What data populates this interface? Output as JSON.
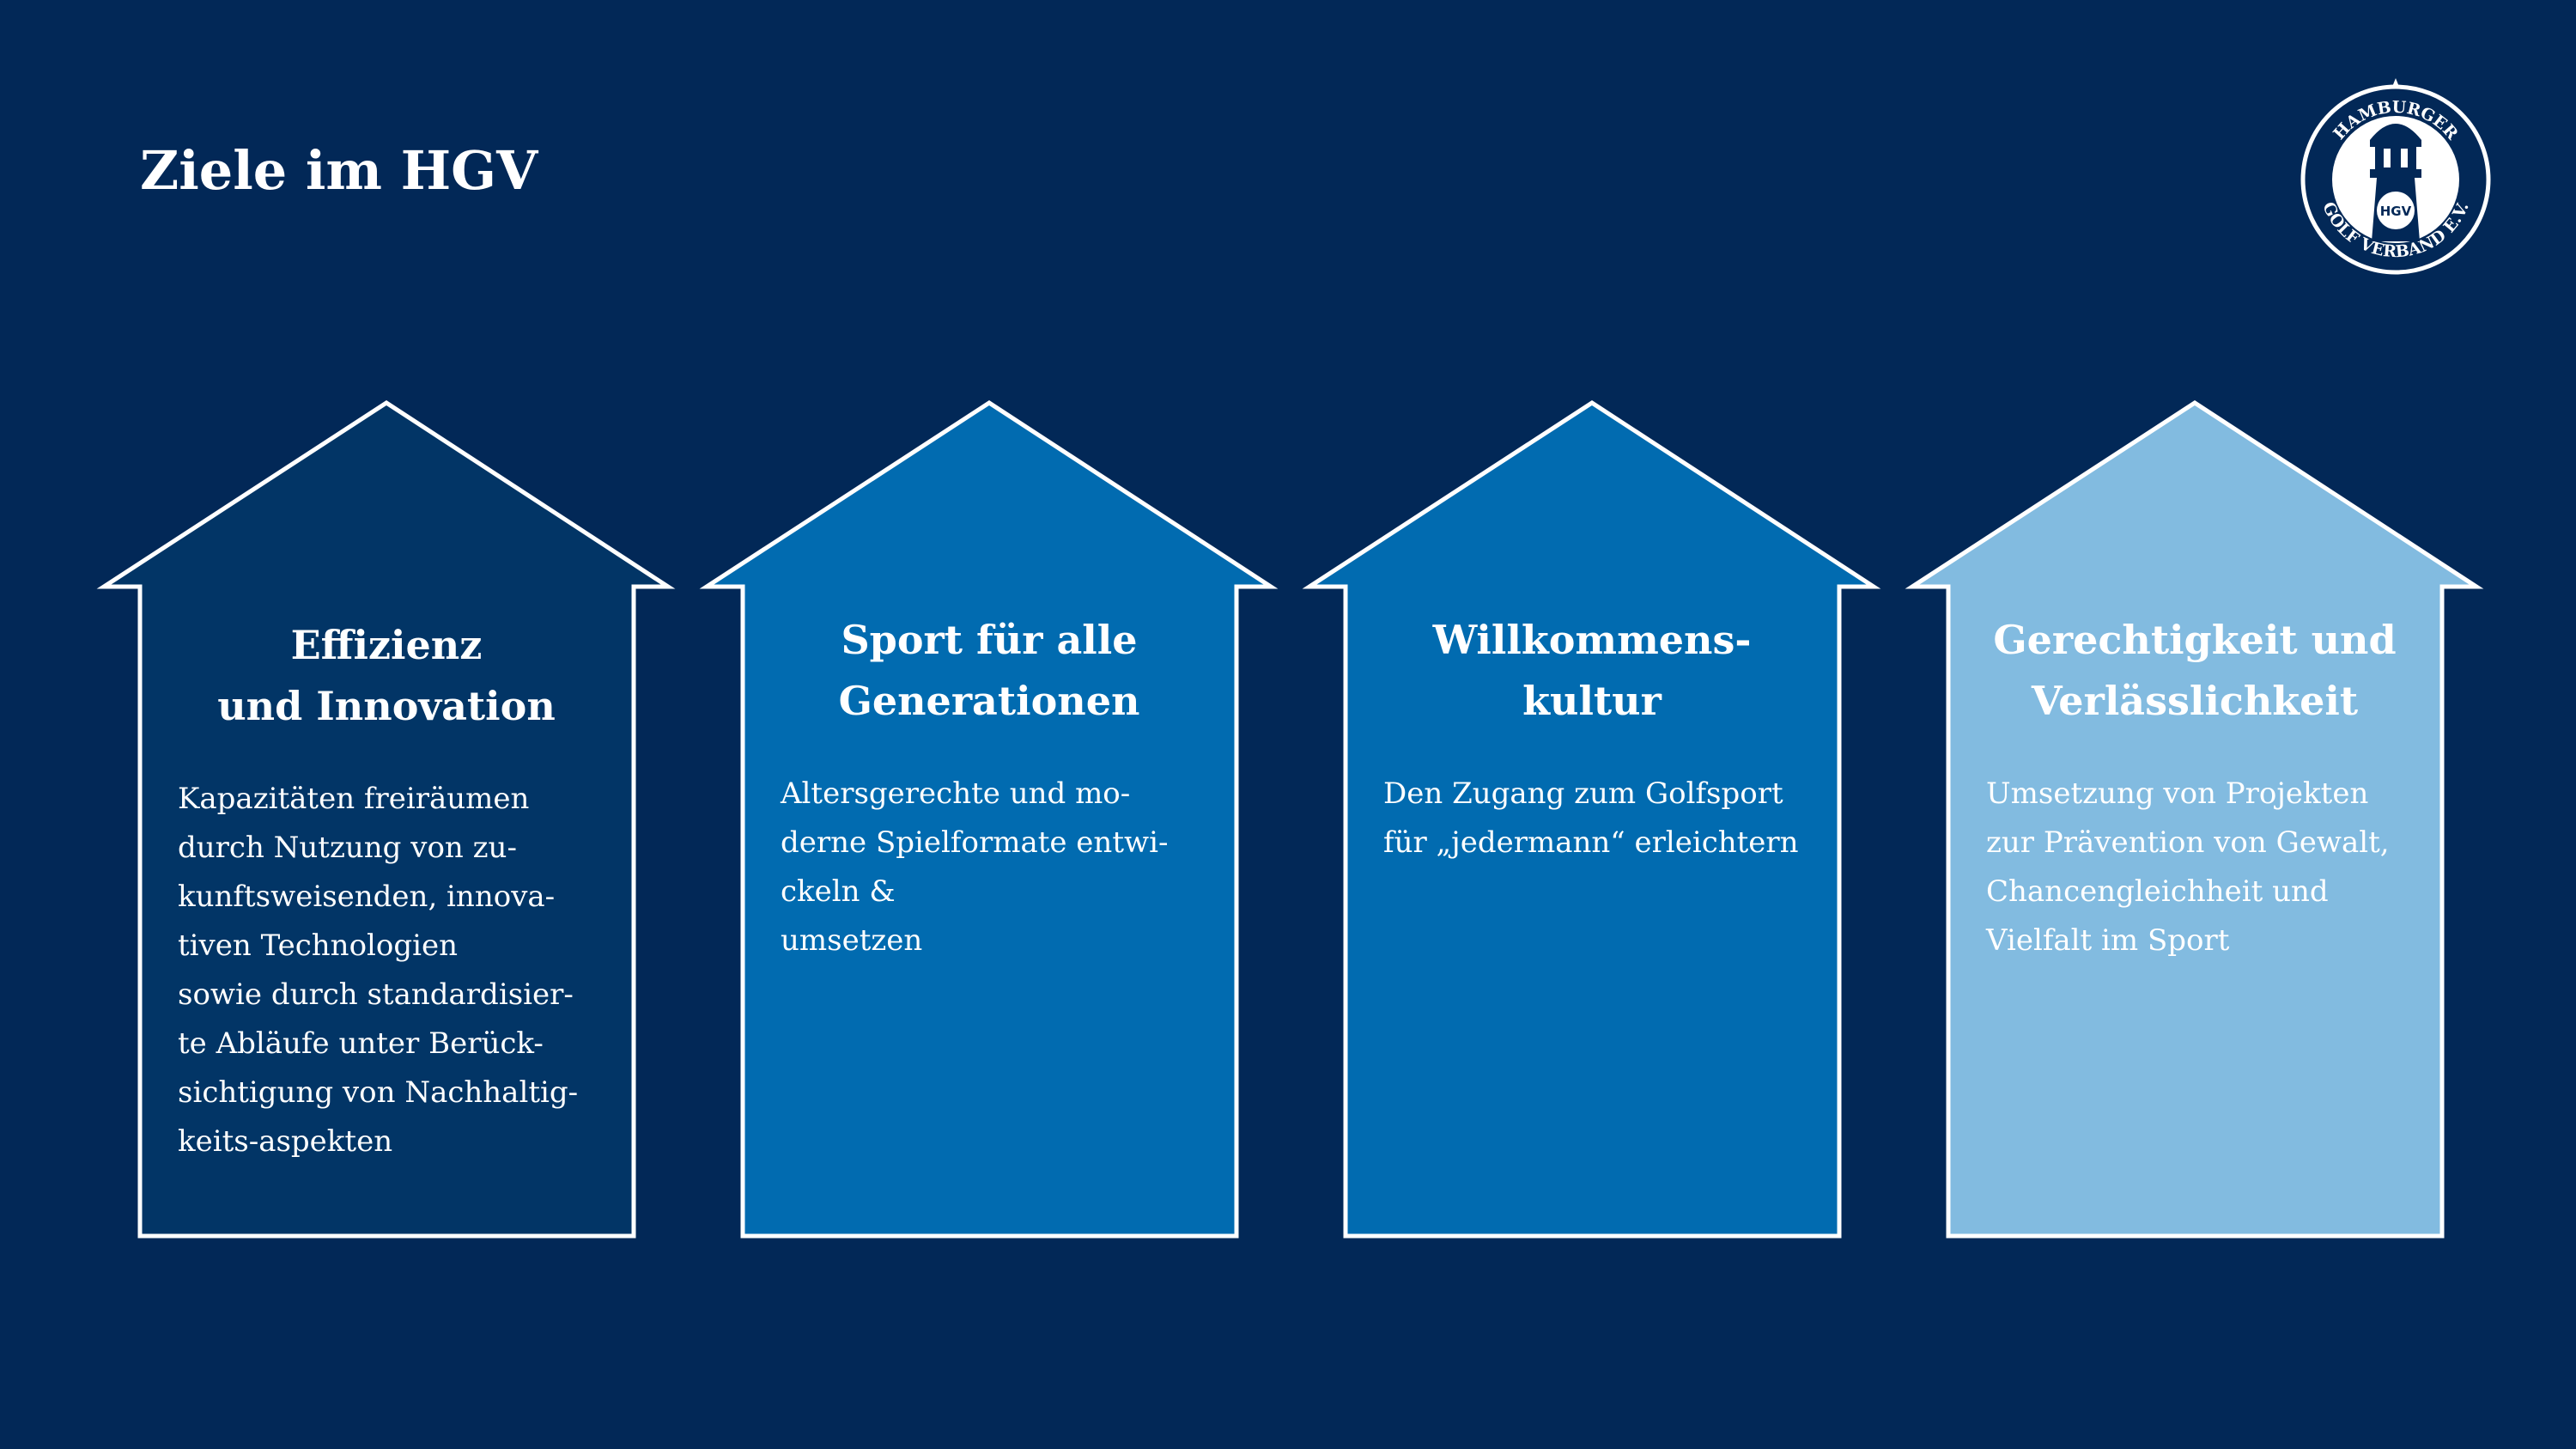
{
  "page": {
    "title": "Ziele im HGV"
  },
  "logo": {
    "top_text": "HAMB URGER",
    "bottom_text": "GOLF VERBAND E.V.",
    "center_text": "HGV"
  },
  "colors": {
    "background": "#022857",
    "house_fills": [
      "#023566",
      "#016bb0",
      "#016bb0",
      "#82bbe0"
    ],
    "outline": "#ffffff"
  },
  "houses": [
    {
      "heading": [
        "Effizienz",
        "und Innovation"
      ],
      "body": [
        "Kapazitäten freiräumen",
        "durch Nutzung von zu-",
        "kunftsweisenden, innova-",
        "tiven Technologien",
        "sowie durch standardisier-",
        "te Abläufe unter Berück-",
        "sichtigung von Nachhaltig-",
        "keits-aspekten"
      ]
    },
    {
      "heading": [
        "Sport für alle",
        "Generationen"
      ],
      "body": [
        "Altersgerechte und mo-",
        "derne Spielformate entwi-",
        "ckeln &",
        "umsetzen"
      ]
    },
    {
      "heading": [
        "Willkommens-",
        "kultur"
      ],
      "body": [
        "Den Zugang zum Golfsport",
        "für „jedermann“ erleichtern"
      ]
    },
    {
      "heading": [
        "Gerechtigkeit und",
        "Verlässlichkeit"
      ],
      "body": [
        "Umsetzung von Projekten",
        "zur Prävention von Gewalt,",
        "Chancengleichheit und",
        "Vielfalt im Sport"
      ]
    }
  ]
}
